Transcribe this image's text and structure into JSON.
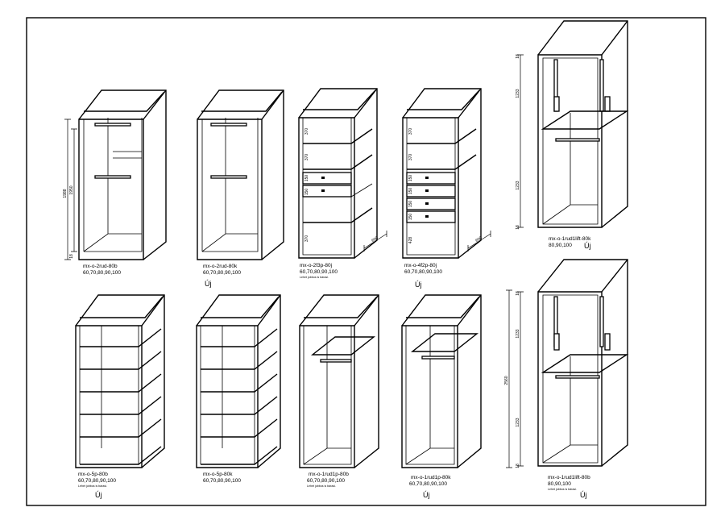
{
  "units": [
    {
      "id": "u1",
      "code": "mx-o-2rud-80b",
      "sizes": "60,70,80,90,100",
      "note": "",
      "badge": "",
      "dims": [
        "1988",
        "1950",
        "18"
      ]
    },
    {
      "id": "u2",
      "code": "mx-o-2rud-80k",
      "sizes": "60,70,80,90,100",
      "note": "",
      "badge": "Új",
      "dims": []
    },
    {
      "id": "u3",
      "code": "mx-o-2f3p-80j",
      "sizes": "60,70,80,90,100",
      "note": "Lehet jobbos is bárasi.",
      "badge": "",
      "dims": [
        "370",
        "370",
        "150",
        "150",
        "370",
        "600"
      ]
    },
    {
      "id": "u4",
      "code": "mx-o-4f2p-80j",
      "sizes": "60,70,80,90,100",
      "note": "",
      "badge": "Új",
      "dims": [
        "370",
        "370",
        "150",
        "150",
        "150",
        "150",
        "428",
        "600"
      ]
    },
    {
      "id": "u5",
      "code": "mx-o-1rud1lift-80k",
      "sizes": "80,90,100",
      "note": "",
      "badge": "Új",
      "dims": [
        "18",
        "1233",
        "1233",
        "18"
      ]
    },
    {
      "id": "u6",
      "code": "mx-o-5p-80b",
      "sizes": "60,70,80,90,100",
      "note": "Lehet jobbos is bárasi.",
      "badge": "Új",
      "dims": []
    },
    {
      "id": "u7",
      "code": "mx-o-5p-80k",
      "sizes": "60,70,80,90,100",
      "note": "",
      "badge": "",
      "dims": []
    },
    {
      "id": "u8",
      "code": "mx-o-1rud1p-80b",
      "sizes": "60,70,80,90,100",
      "note": "Lehet jobbos is bárasi.",
      "badge": "",
      "dims": []
    },
    {
      "id": "u9",
      "code": "mx-o-1rud1p-80k",
      "sizes": "60,70,80,90,100",
      "note": "",
      "badge": "Új",
      "dims": []
    },
    {
      "id": "u10",
      "code": "mx-o-1rud1lift-80b",
      "sizes": "80,90,100",
      "note": "Lehet jobbos is bárasi.",
      "badge": "Új",
      "dims": [
        "18",
        "1233",
        "2560",
        "1233",
        "18"
      ]
    }
  ]
}
